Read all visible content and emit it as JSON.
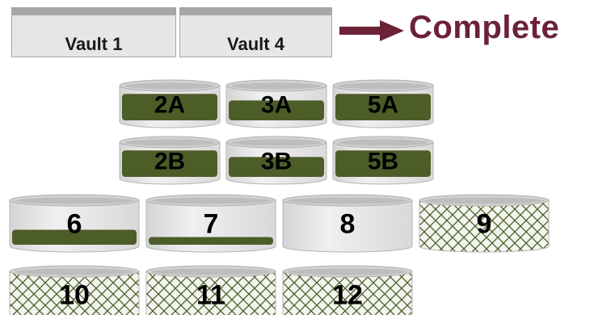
{
  "vaults": [
    {
      "label": "Vault 1"
    },
    {
      "label": "Vault 4"
    }
  ],
  "status": {
    "label": "Complete",
    "color": "#6b2136"
  },
  "colors": {
    "fill": "#4d5d28",
    "tank_body": "#e8e8e8",
    "tank_rim": "#c8c8c8",
    "hatch": "#4d5d28"
  },
  "rows": [
    {
      "tanks": [
        {
          "label": "2A",
          "fill_level": 0.8,
          "style": "solid"
        },
        {
          "label": "3A",
          "fill_level": 0.6,
          "style": "solid"
        },
        {
          "label": "5A",
          "fill_level": 0.8,
          "style": "solid"
        }
      ]
    },
    {
      "tanks": [
        {
          "label": "2B",
          "fill_level": 0.8,
          "style": "solid"
        },
        {
          "label": "3B",
          "fill_level": 0.6,
          "style": "solid"
        },
        {
          "label": "5B",
          "fill_level": 0.8,
          "style": "solid"
        }
      ]
    },
    {
      "tanks": [
        {
          "label": "6",
          "fill_level": 0.35,
          "style": "solid"
        },
        {
          "label": "7",
          "fill_level": 0.18,
          "style": "solid"
        },
        {
          "label": "8",
          "fill_level": 0,
          "style": "empty"
        },
        {
          "label": "9",
          "fill_level": 1,
          "style": "hatched"
        }
      ]
    },
    {
      "tanks": [
        {
          "label": "10",
          "fill_level": 1,
          "style": "hatched"
        },
        {
          "label": "11",
          "fill_level": 1,
          "style": "hatched"
        },
        {
          "label": "12",
          "fill_level": 1,
          "style": "hatched"
        }
      ]
    }
  ]
}
